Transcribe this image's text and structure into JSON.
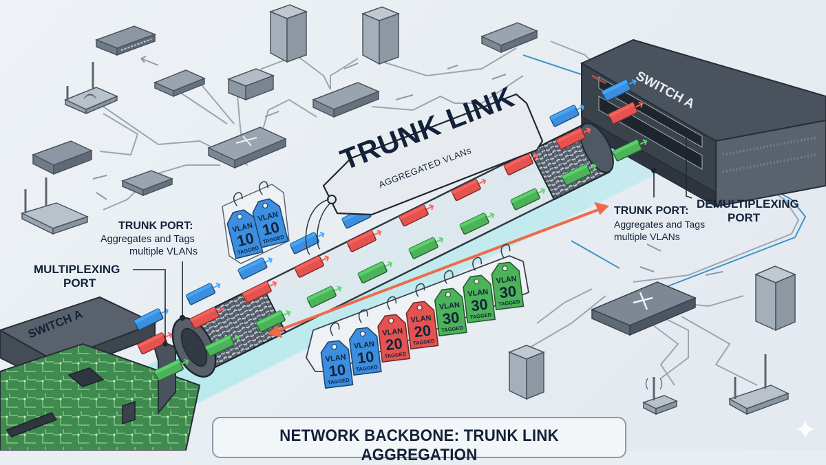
{
  "diagram": {
    "title": "NETWORK BACKBONE: TRUNK LINK AGGREGATION",
    "trunk_tag": {
      "title": "TRUNK LINK",
      "subtitle": "AGGREGATED VLANs"
    },
    "left_switch": {
      "label": "SWITCH A"
    },
    "right_switch": {
      "label": "SWITCH A"
    },
    "left_callouts": {
      "trunk_port_title": "TRUNK PORT:",
      "trunk_port_line1": "Aggregates and Tags",
      "trunk_port_line2": "multiple VLANs",
      "mux_line1": "MULTIPLEXING",
      "mux_line2": "PORT"
    },
    "right_callouts": {
      "trunk_port_title": "TRUNK PORT:",
      "trunk_port_line1": "Aggregates and Tags",
      "trunk_port_line2": "multiple VLANs",
      "demux_line1": "DEMULTIPLEXING",
      "demux_line2": "PORT"
    },
    "upper_tags": [
      {
        "vlan": "VLAN",
        "id": "10",
        "state": "TAGGED",
        "color": "#3b8ee0"
      },
      {
        "vlan": "VLAN",
        "id": "10",
        "state": "TAGGED",
        "color": "#3b8ee0"
      }
    ],
    "lower_tags": [
      {
        "vlan": "VLAN",
        "id": "10",
        "state": "TAGGED",
        "color": "#3b8ee0"
      },
      {
        "vlan": "VLAN",
        "id": "10",
        "state": "TAGGED",
        "color": "#3b8ee0"
      },
      {
        "vlan": "VLAN",
        "id": "20",
        "state": "TAGGED",
        "color": "#e4534f"
      },
      {
        "vlan": "VLAN",
        "id": "20",
        "state": "TAGGED",
        "color": "#e4534f"
      },
      {
        "vlan": "VLAN",
        "id": "30",
        "state": "TAGGED",
        "color": "#4cb35a"
      },
      {
        "vlan": "VLAN",
        "id": "30",
        "state": "TAGGED",
        "color": "#4cb35a"
      },
      {
        "vlan": "VLAN",
        "id": "30",
        "state": "TAGGED",
        "color": "#4cb35a"
      }
    ],
    "vlan_colors": {
      "vlan10": "#3b8ee0",
      "vlan20": "#e4534f",
      "vlan30": "#4cb35a"
    },
    "accent": {
      "glow": "#7fe6ea",
      "arrow": "#f06a4a",
      "text": "#13223a"
    }
  }
}
